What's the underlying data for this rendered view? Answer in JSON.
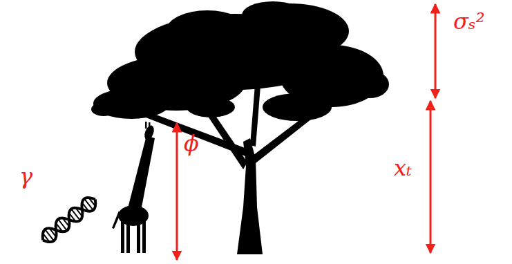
{
  "diagram": {
    "labels": [
      "γ",
      "ϕ",
      "xₜ",
      "σₛ²"
    ]
  }
}
